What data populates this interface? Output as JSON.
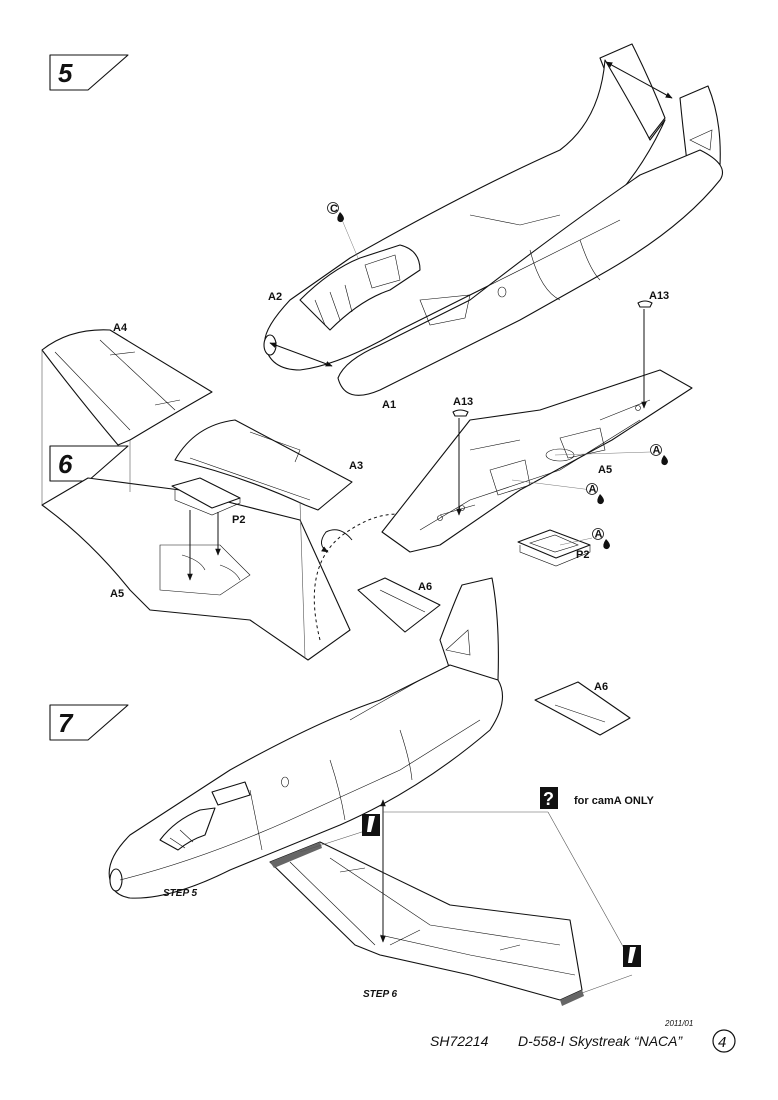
{
  "steps": [
    {
      "number": "5",
      "caption": ""
    },
    {
      "number": "6",
      "caption": ""
    },
    {
      "number": "7",
      "caption": ""
    }
  ],
  "part_labels": {
    "a1": "A1",
    "a2": "A2",
    "a3": "A3",
    "a4": "A4",
    "a5_left": "A5",
    "a5_right": "A5",
    "a6_top": "A6",
    "a6_right": "A6",
    "a13_left": "A13",
    "a13_right": "A13",
    "p2_left": "P2",
    "p2_right": "P2"
  },
  "glue_markers": {
    "c": "C",
    "a1": "A",
    "a2": "A",
    "a3": "A"
  },
  "note": {
    "badge": "?",
    "text": "for camA ONLY"
  },
  "step_refs": {
    "step5": "STEP 5",
    "step6": "STEP 6"
  },
  "footer": {
    "date": "2011/01",
    "kit_code": "SH72214",
    "title": "D-558-I Skystreak “NACA”",
    "page": "4"
  },
  "icons": [
    "glue-drop-icon",
    "question-badge-icon",
    "marker-flag-icon",
    "rotate-arrow-icon"
  ]
}
